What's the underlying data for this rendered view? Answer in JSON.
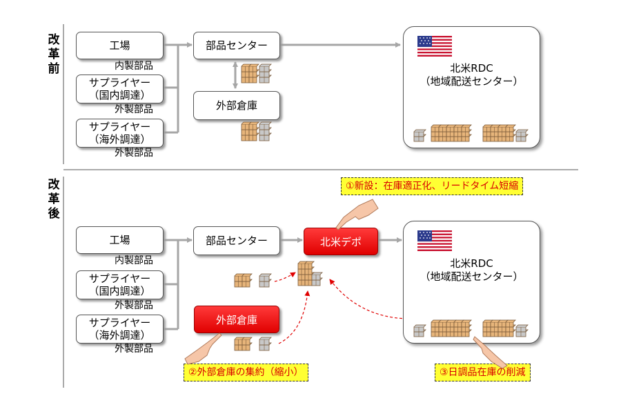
{
  "before": {
    "side_label": [
      "改",
      "革",
      "前"
    ],
    "factory": "工場",
    "internal_parts": "内製部品",
    "supplier_domestic": [
      "サプライヤー",
      "（国内調達）"
    ],
    "external_parts_1": "外製部品",
    "supplier_overseas": [
      "サプライヤー",
      "（海外調達）"
    ],
    "external_parts_2": "外製部品",
    "parts_center": "部品センター",
    "external_warehouse": "外部倉庫",
    "rdc_title": [
      "北米RDC",
      "（地域配送センター）"
    ]
  },
  "after": {
    "side_label": [
      "改",
      "革",
      "後"
    ],
    "factory": "工場",
    "internal_parts": "内製部品",
    "supplier_domestic": [
      "サプライヤー",
      "（国内調達）"
    ],
    "external_parts_1": "外製部品",
    "supplier_overseas": [
      "サプライヤー",
      "（海外調達）"
    ],
    "external_parts_2": "外製部品",
    "parts_center": "部品センター",
    "depot": "北米デポ",
    "external_warehouse": "外部倉庫",
    "rdc_title": [
      "北米RDC",
      "（地域配送センター）"
    ],
    "callout_1": "①新設：在庫適正化、リードタイム短縮",
    "callout_2": "②外部倉庫の集約（縮小）",
    "callout_3": "③日調品在庫の削減"
  },
  "colors": {
    "arrow_gray": "#a6a6a6",
    "dash_red": "#e00000",
    "box_red": "#ff0000",
    "callout_yellow": "#ffff33",
    "callout_text": "#d80000",
    "box_tan": "#e6b47a",
    "box_gray": "#c8c8c8"
  },
  "icons": [
    "us-flag-icon",
    "box-stack-icon",
    "pointing-hand-icon"
  ]
}
